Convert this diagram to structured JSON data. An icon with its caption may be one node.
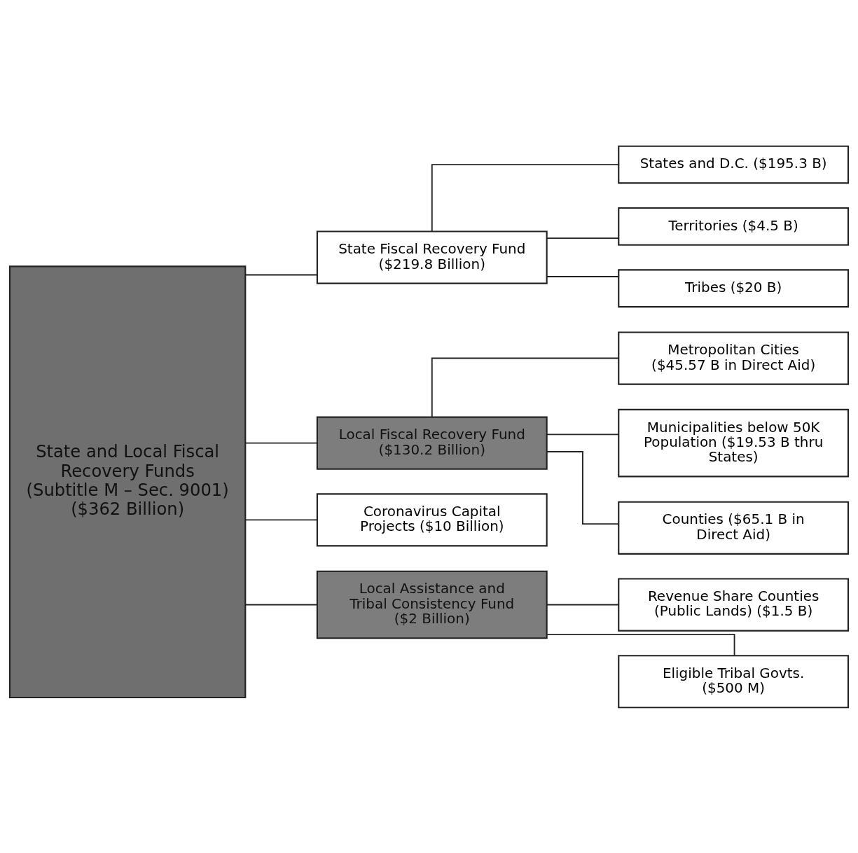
{
  "diagram": {
    "nodes": [
      {
        "text": [
          "State and Local Fiscal Recovery Funds",
          "(Subtitle M – Sec. 9001)",
          "($362 Billion)"
        ]
      },
      {
        "text": [
          "State Fiscal Recovery Fund ($219.8 Billion)"
        ]
      },
      {
        "text": [
          "Local Fiscal Recovery Fund ($130.2 Billion)"
        ]
      },
      {
        "text": [
          "Coronavirus Capital Projects ($10 Billion)"
        ]
      },
      {
        "text": [
          "Local Assistance and Tribal Consistency Fund ($2 Billion)"
        ]
      },
      {
        "text": [
          "States and D.C. ($195.3 B)"
        ]
      },
      {
        "text": [
          "Territories ($4.5 B)"
        ]
      },
      {
        "text": [
          "Tribes ($20 B)"
        ]
      },
      {
        "text": [
          "Metropolitan Cities ($45.57 B in Direct Aid)"
        ]
      },
      {
        "text": [
          "Municipalities below 50K Population ($19.53 B thru States)"
        ]
      },
      {
        "text": [
          "Counties ($65.1 B in Direct Aid)"
        ]
      },
      {
        "text": [
          "Revenue Share Counties (Public Lands) ($1.5 B)"
        ]
      },
      {
        "text": [
          "Eligible Tribal Govts. ($500 M)"
        ]
      }
    ],
    "edges": [
      {
        "from": 0,
        "to": 1,
        "arrow": "none"
      },
      {
        "from": 0,
        "to": 2,
        "arrow": "none"
      },
      {
        "from": 0,
        "to": 3,
        "arrow": "none"
      },
      {
        "from": 0,
        "to": 4,
        "arrow": "none"
      },
      {
        "from": 1,
        "to": 5,
        "arrow": "none"
      },
      {
        "from": 1,
        "to": 6,
        "arrow": "none"
      },
      {
        "from": 1,
        "to": 7,
        "arrow": "none"
      },
      {
        "from": 2,
        "to": 8,
        "arrow": "none"
      },
      {
        "from": 2,
        "to": 9,
        "arrow": "none"
      },
      {
        "from": 2,
        "to": 10,
        "arrow": "none"
      },
      {
        "from": 4,
        "to": 11,
        "arrow": "none"
      },
      {
        "from": 4,
        "to": 12,
        "arrow": "none"
      }
    ]
  }
}
